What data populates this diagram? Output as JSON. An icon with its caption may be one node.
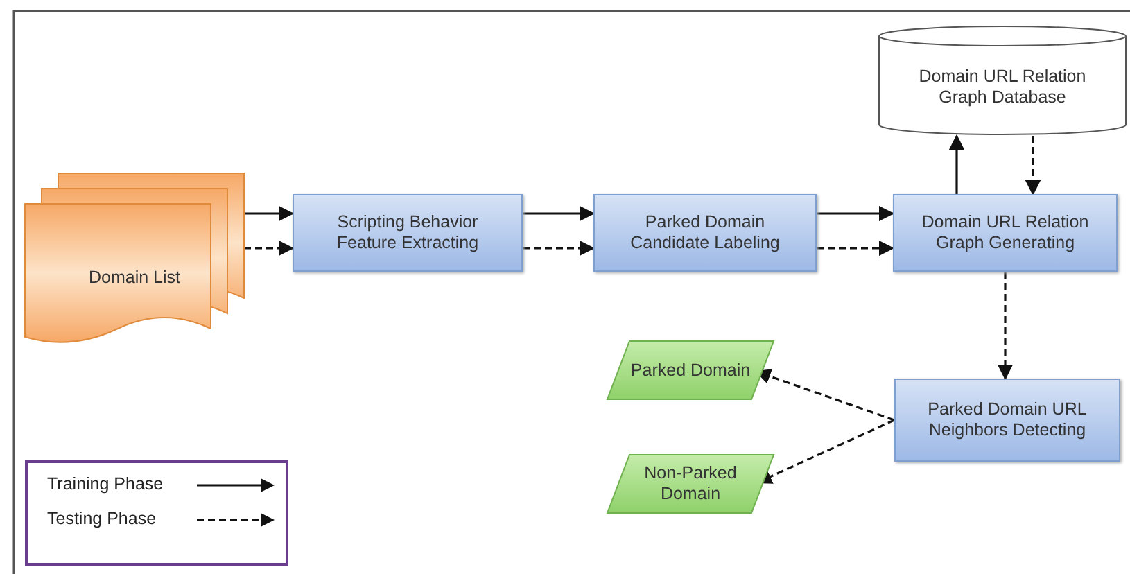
{
  "diagram": {
    "nodes": [
      {
        "text": [
          "Domain List"
        ]
      },
      {
        "text": [
          "Scripting Behavior Feature Extracting"
        ]
      },
      {
        "text": [
          "Parked Domain Candidate Labeling"
        ]
      },
      {
        "text": [
          "Domain URL Relation Graph Generating"
        ]
      },
      {
        "text": [
          "Domain URL Relation Graph Database"
        ]
      },
      {
        "text": [
          "Parked Domain URL Neighbors Detecting"
        ]
      },
      {
        "text": [
          "Parked Domain"
        ]
      },
      {
        "text": [
          "Non-Parked Domain"
        ]
      }
    ],
    "edges": [
      {
        "from": 0,
        "to": 1,
        "arrow": "to"
      },
      {
        "from": 0,
        "to": 1,
        "arrow": "to",
        "style": "dashed"
      },
      {
        "from": 1,
        "to": 2,
        "arrow": "to"
      },
      {
        "from": 1,
        "to": 2,
        "arrow": "to",
        "style": "dashed"
      },
      {
        "from": 2,
        "to": 3,
        "arrow": "to"
      },
      {
        "from": 2,
        "to": 3,
        "arrow": "to",
        "style": "dashed"
      },
      {
        "from": 3,
        "to": 4,
        "arrow": "to"
      },
      {
        "from": 4,
        "to": 3,
        "arrow": "to",
        "style": "dashed"
      },
      {
        "from": 3,
        "to": 5,
        "arrow": "to",
        "style": "dashed"
      },
      {
        "from": 5,
        "to": 6,
        "arrow": "to",
        "style": "dashed"
      },
      {
        "from": 5,
        "to": 7,
        "arrow": "to",
        "style": "dashed"
      }
    ],
    "legend": [
      {
        "text": "Training Phase"
      },
      {
        "text": "Testing Phase"
      }
    ]
  }
}
